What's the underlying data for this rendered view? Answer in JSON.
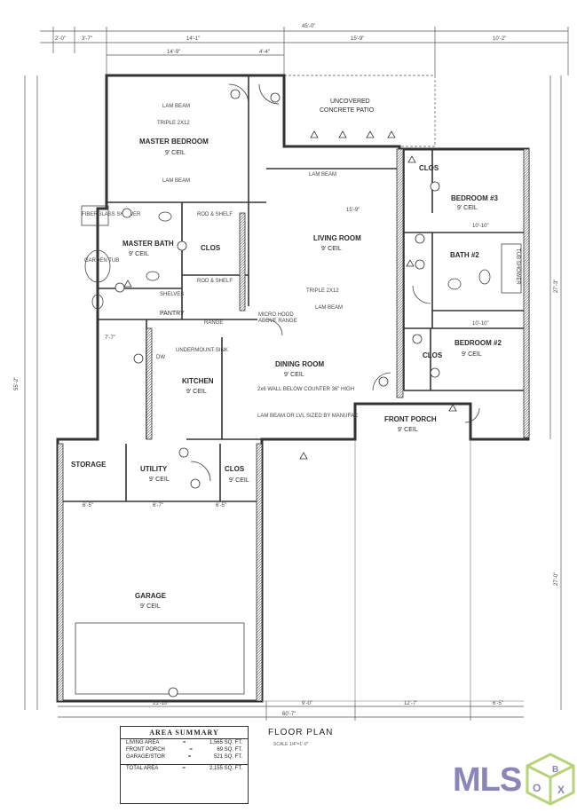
{
  "overall": {
    "top_width": "45'-0\"",
    "bottom_width": "60'-7\""
  },
  "top_dims": [
    "2'-0\"",
    "3'-7\"",
    "14'-1\"",
    "15'-9\"",
    "10'-2\""
  ],
  "rooms": {
    "master_bedroom": {
      "label": "MASTER BEDROOM",
      "ceiling": "9' CEIL"
    },
    "master_bath": {
      "label": "MASTER BATH",
      "ceiling": "9' CEIL"
    },
    "living_room": {
      "label": "LIVING ROOM",
      "ceiling": "9' CEIL"
    },
    "bedroom3": {
      "label": "BEDROOM #3",
      "ceiling": "9' CEIL"
    },
    "bath2": {
      "label": "BATH #2",
      "ceiling": "9' CEIL"
    },
    "bedroom2": {
      "label": "BEDROOM #2",
      "ceiling": "9' CEIL"
    },
    "dining_room": {
      "label": "DINING ROOM",
      "ceiling": "9' CEIL"
    },
    "kitchen": {
      "label": "KITCHEN",
      "ceiling": "9' CEIL"
    },
    "pantry": {
      "label": "PANTRY"
    },
    "storage": {
      "label": "STORAGE"
    },
    "utility": {
      "label": "UTILITY",
      "ceiling": "9' CEIL"
    },
    "clos_util": {
      "label": "CLOS",
      "ceiling": "9' CEIL"
    },
    "front_porch": {
      "label": "FRONT PORCH",
      "ceiling": "9' CEIL"
    },
    "garage": {
      "label": "GARAGE",
      "ceiling": "9' CEIL"
    },
    "patio": {
      "label1": "UNCOVERED",
      "label2": "CONCRETE PATIO"
    }
  },
  "notes": {
    "lam_beam": "LAM BEAM",
    "triple": "TRIPLE 2X12",
    "microhood": "MICRO HOOD",
    "above_range": "ABOVE RANGE",
    "rod_shelf": "ROD & SHELF",
    "shelves": "SHELVES",
    "fiberglass_shower": "FIBERGLASS SHOWER",
    "garden_tub": "GARDEN TUB",
    "tub_shower": "TUB SHOWER",
    "counter": "2x6 WALL BELOW COUNTER 36\" HIGH",
    "lam_beam_sized": "LAM BEAM OR LVL SIZED BY MANUFAC",
    "dw": "DW",
    "range": "RANGE",
    "undermount": "UNDERMOUNT SINK",
    "clos": "CLOS"
  },
  "dims": {
    "mb_width": "14'-9\"",
    "mb_small": "4'-4\"",
    "living_w": "15'-9\"",
    "bed3_w": "10'-10\"",
    "bath2_w": "10'-10\"",
    "storage_w": "6'-5\"",
    "utility_w": "6'-7\"",
    "clos_w": "6'-5\"",
    "garage_w": "21'-10\"",
    "bottom_mid": "9'-0\"",
    "bottom_a": "12'-7\"",
    "bottom_b": "6'-5\"",
    "kitchen_w": "7'-7\"",
    "left_depth": "55'-2\"",
    "right_depth": "27'-3\"",
    "right_lower": "27'-0\""
  },
  "area_summary": {
    "title": "AREA SUMMARY",
    "rows": [
      {
        "label": "LIVING AREA",
        "value": "1,565 SQ. FT."
      },
      {
        "label": "FRONT PORCH",
        "value": "69 SQ. FT."
      },
      {
        "label": "GARAGE/STOR",
        "value": "521 SQ. FT."
      }
    ],
    "total": {
      "label": "TOTAL AREA",
      "value": "2,155 SQ. FT."
    },
    "equals": "="
  },
  "title": "FLOOR PLAN",
  "scale": "SCALE 1/4\"=1'-0\"",
  "logo": {
    "text": "MLS",
    "box_letters": "BOX"
  }
}
